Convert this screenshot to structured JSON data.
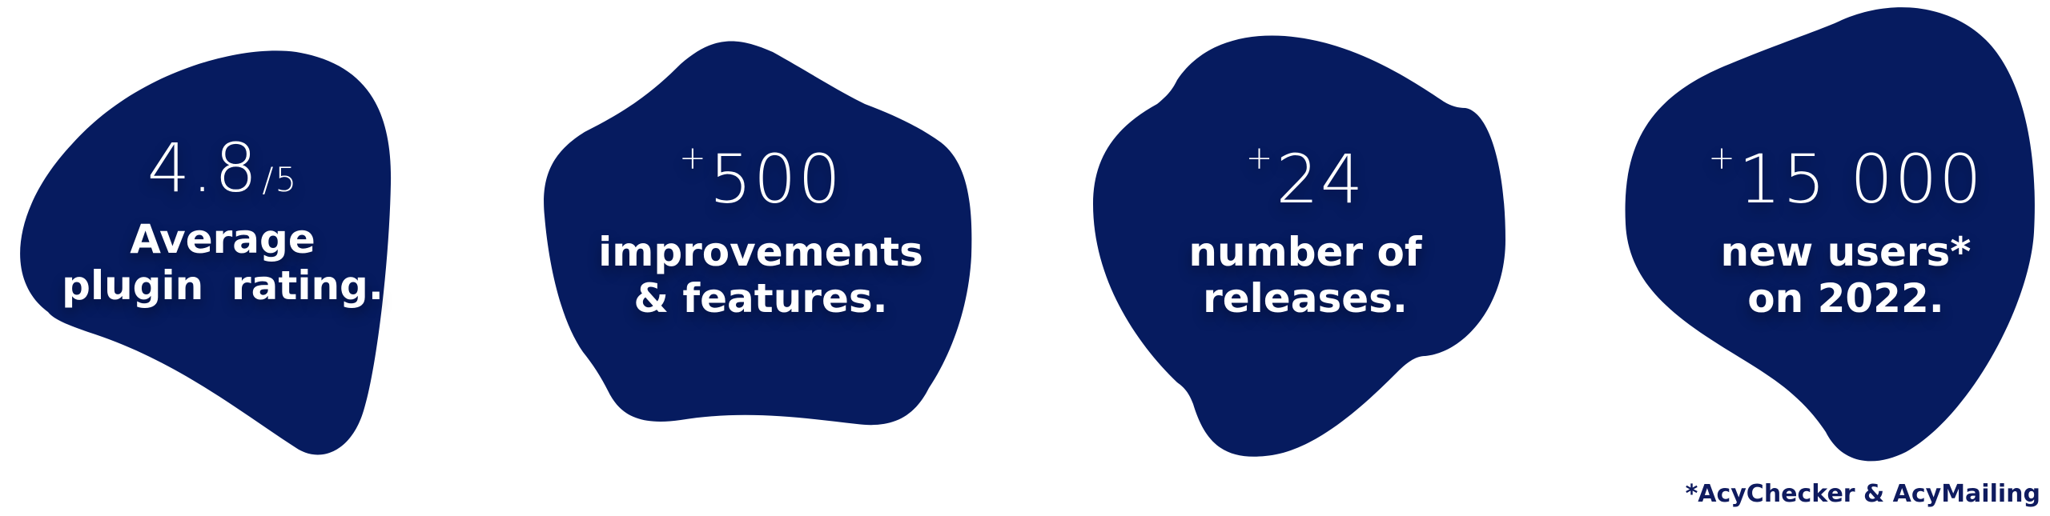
{
  "colors": {
    "blob": "#061b5f",
    "text": "#ffffff",
    "footnote": "#0f1b5f"
  },
  "stats": [
    {
      "value": "4.8",
      "suffix": "/5",
      "label_line1": "Average",
      "label_line2": "plugin  rating."
    },
    {
      "prefix": "+",
      "value": "500",
      "label_line1": "improvements",
      "label_line2": "& features."
    },
    {
      "prefix": "+",
      "value": "24",
      "label_line1": "number of",
      "label_line2": "releases."
    },
    {
      "prefix": "+",
      "value": "15 000",
      "label_line1": "new users*",
      "label_line2": "on 2022."
    }
  ],
  "footnote": "*AcyChecker & AcyMailing"
}
